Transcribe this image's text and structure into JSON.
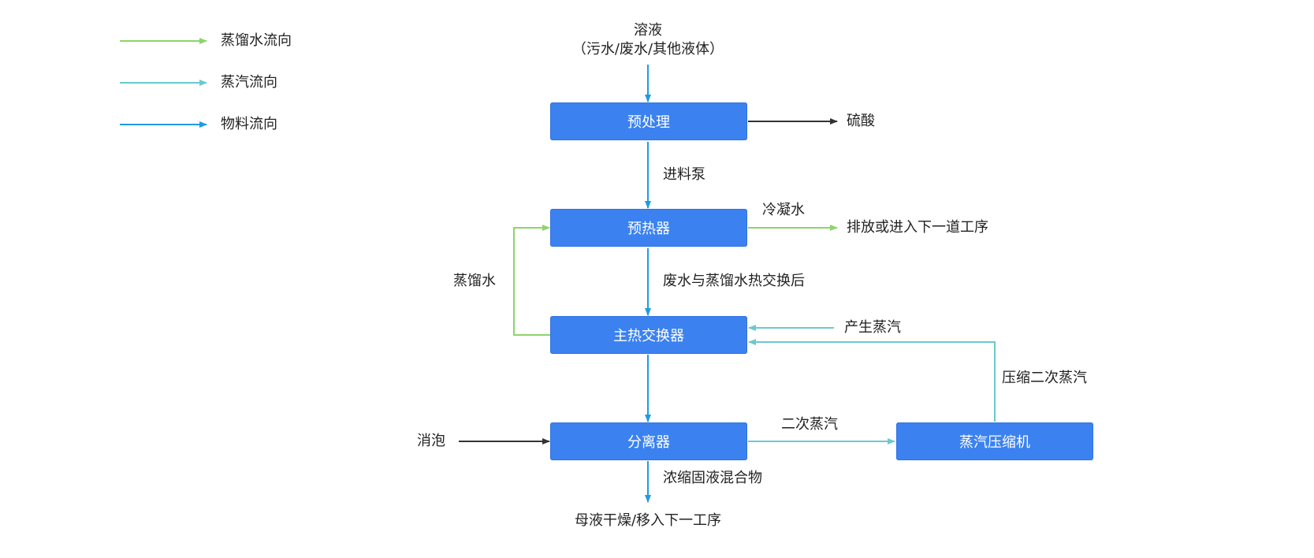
{
  "colors": {
    "node_fill": "#3b82f0",
    "distilled_water": "#8ed46a",
    "steam": "#6cc8cf",
    "material": "#1e9be3",
    "external": "#333333"
  },
  "legend": [
    {
      "label": "蒸馏水流向",
      "color_key": "distilled_water"
    },
    {
      "label": "蒸汽流向",
      "color_key": "steam"
    },
    {
      "label": "物料流向",
      "color_key": "material"
    }
  ],
  "nodes": {
    "pretreat": "预处理",
    "preheater": "预热器",
    "main_hx": "主热交换器",
    "separator": "分离器",
    "compressor": "蒸汽压缩机"
  },
  "labels": {
    "input_line1": "溶液",
    "input_line2": "（污水/废水/其他液体）",
    "sulfuric_acid": "硫酸",
    "feed_pump": "进料泵",
    "condensate": "冷凝水",
    "discharge": "排放或进入下一道工序",
    "distilled_water": "蒸馏水",
    "after_exchange": "废水与蒸馏水热交换后",
    "produced_steam": "产生蒸汽",
    "compressed_steam": "压缩二次蒸汽",
    "defoam": "消泡",
    "secondary_steam": "二次蒸汽",
    "concentrate": "浓缩固液混合物",
    "mother_liquor": "母液干燥/移入下一工序"
  }
}
